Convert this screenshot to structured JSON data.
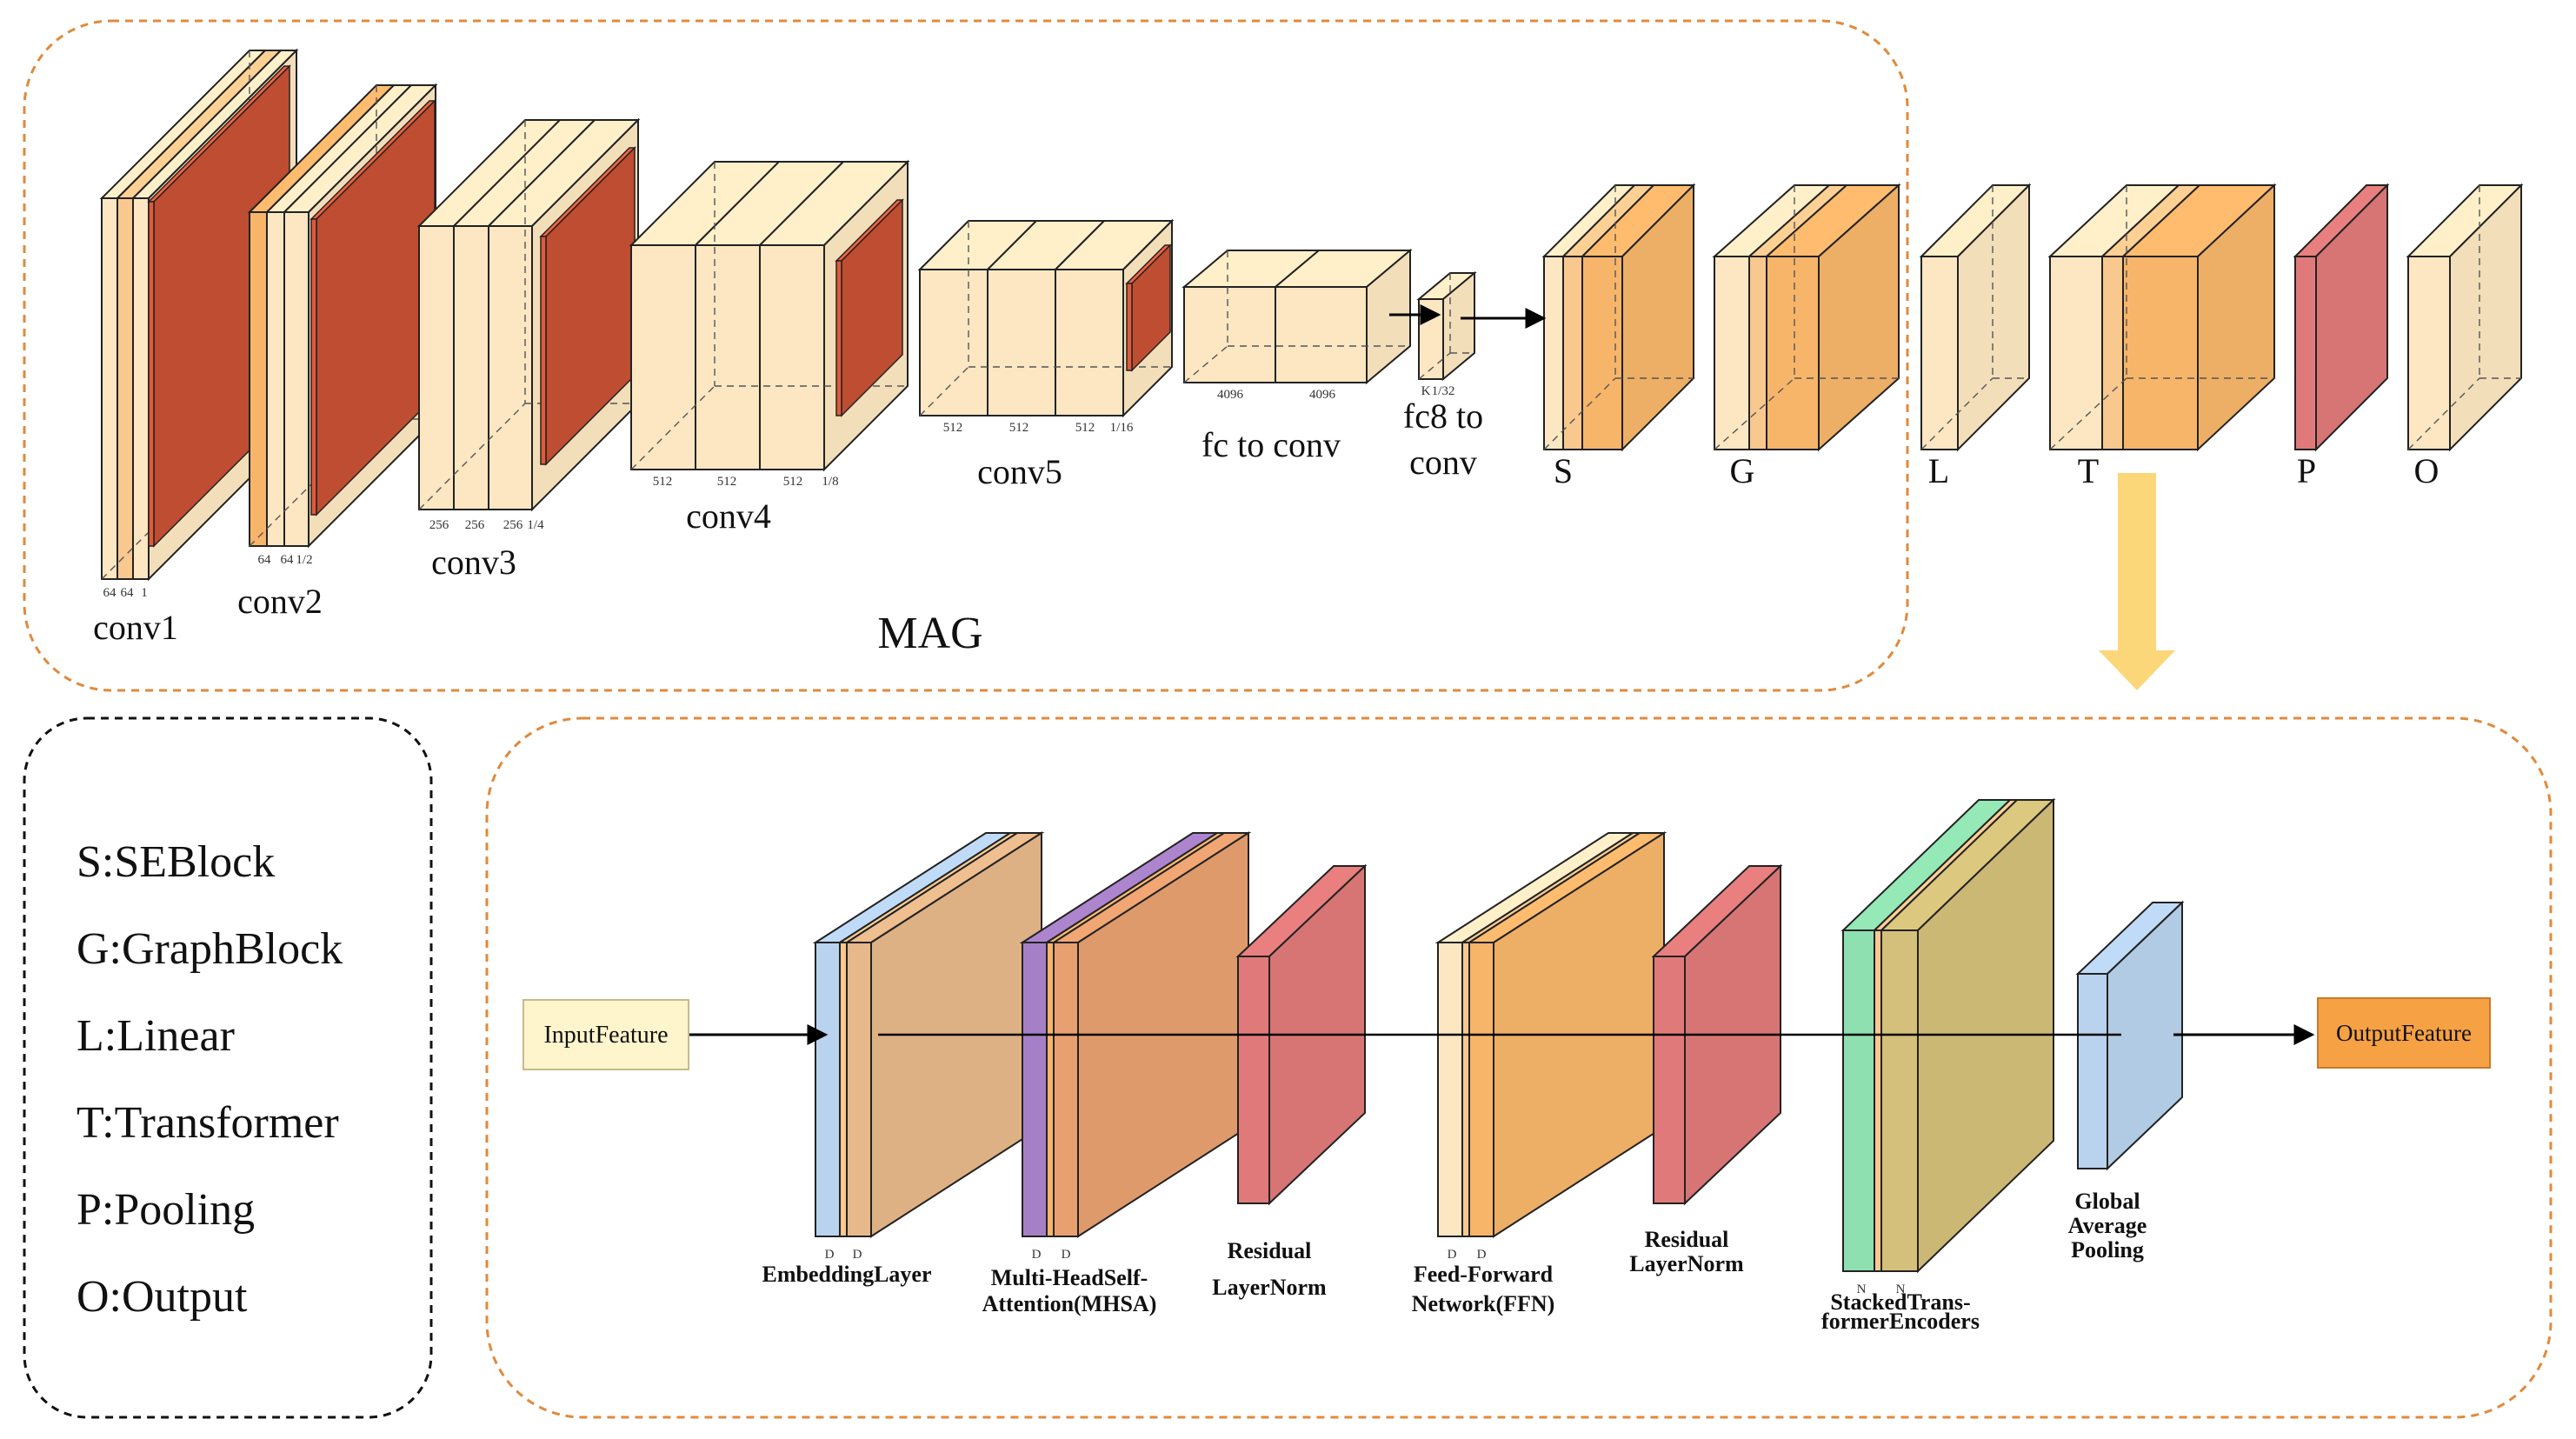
{
  "top_panel": {
    "title": "MAG",
    "blocks": [
      {
        "label": "conv1",
        "dims": [
          "64",
          "64",
          "1"
        ]
      },
      {
        "label": "conv2",
        "dims": [
          "64",
          "64",
          "1/2"
        ]
      },
      {
        "label": "conv3",
        "dims": [
          "256",
          "256",
          "256",
          "1/4"
        ]
      },
      {
        "label": "conv4",
        "dims": [
          "512",
          "512",
          "512",
          "1/8"
        ]
      },
      {
        "label": "conv5",
        "dims": [
          "512",
          "512",
          "512",
          "1/16"
        ]
      },
      {
        "label": "fc to conv",
        "dims": [
          "4096",
          "4096"
        ]
      },
      {
        "label_line1": "fc8 to",
        "label_line2": "conv",
        "dims": [
          "K",
          "1/32"
        ]
      },
      {
        "label": "S"
      },
      {
        "label": "G"
      },
      {
        "label": "L"
      },
      {
        "label": "T"
      },
      {
        "label": "P"
      },
      {
        "label": "O"
      }
    ]
  },
  "legend": {
    "items": [
      "S:SEBlock",
      "G:GraphBlock",
      "L:Linear",
      "T:Transformer",
      "P:Pooling",
      "O:Output"
    ]
  },
  "bottom_panel": {
    "input": "InputFeature",
    "output": "OutputFeature",
    "stages": [
      {
        "lines": [
          "EmbeddingLayer"
        ],
        "dims": [
          "D",
          "D"
        ]
      },
      {
        "lines": [
          "Multi-HeadSelf-",
          "Attention(MHSA)"
        ],
        "dims": [
          "D",
          "D"
        ]
      },
      {
        "lines": [
          "Residual",
          "LayerNorm"
        ]
      },
      {
        "lines": [
          "Feed-Forward",
          "Network(FFN)"
        ],
        "dims": [
          "D",
          "D"
        ]
      },
      {
        "lines": [
          "Residual",
          "LayerNorm"
        ]
      },
      {
        "lines": [
          "StackedTrans-",
          "formerEncoders"
        ],
        "dims": [
          "N",
          "N"
        ]
      },
      {
        "lines": [
          "Global",
          "Average",
          "Pooling"
        ]
      }
    ]
  },
  "colors": {
    "panel_border": "#e08a3c",
    "legend_border": "#111111",
    "cream": "#fde7c2",
    "light_orange": "#f9c88e",
    "orange": "#f7b56a",
    "red": "#e05a3a",
    "pink_red": "#e07a7a",
    "blue": "#b9d3ee",
    "purple": "#a680c6",
    "salmon": "#e8a070",
    "tan": "#e6b88a",
    "green": "#8fe0b0",
    "olive": "#d4c07a",
    "input_fill": "#fff5cc",
    "output_fill": "#f7a145",
    "arrow_yellow": "#fcd77a"
  }
}
